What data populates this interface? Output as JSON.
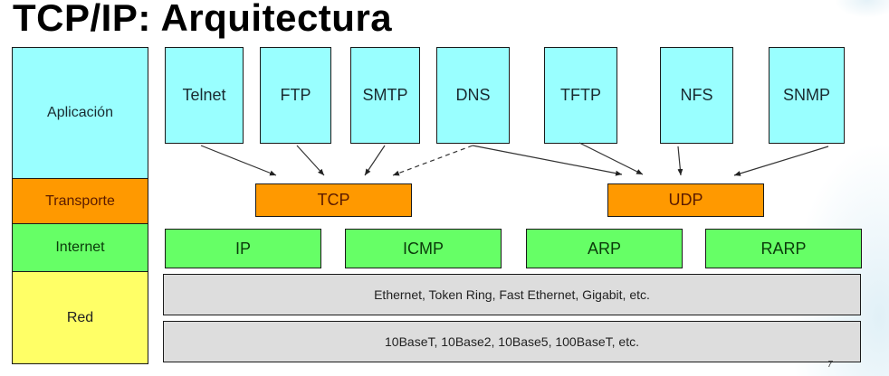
{
  "title": "TCP/IP: Arquitectura",
  "layers": {
    "application": "Aplicación",
    "transport": "Transporte",
    "internet": "Internet",
    "network": "Red"
  },
  "application_protocols": [
    "Telnet",
    "FTP",
    "SMTP",
    "DNS",
    "TFTP",
    "NFS",
    "SNMP"
  ],
  "transport_protocols": [
    "TCP",
    "UDP"
  ],
  "internet_protocols": [
    "IP",
    "ICMP",
    "ARP",
    "RARP"
  ],
  "network_rows": [
    "Ethernet, Token Ring, Fast Ethernet, Gigabit, etc.",
    "10BaseT, 10Base2, 10Base5, 100BaseT, etc."
  ],
  "connections": [
    {
      "from": "Telnet",
      "to": "TCP",
      "style": "solid"
    },
    {
      "from": "FTP",
      "to": "TCP",
      "style": "solid"
    },
    {
      "from": "SMTP",
      "to": "TCP",
      "style": "solid"
    },
    {
      "from": "DNS",
      "to": "TCP",
      "style": "dashed"
    },
    {
      "from": "DNS",
      "to": "UDP",
      "style": "solid"
    },
    {
      "from": "TFTP",
      "to": "UDP",
      "style": "solid"
    },
    {
      "from": "NFS",
      "to": "UDP",
      "style": "solid"
    },
    {
      "from": "SNMP",
      "to": "UDP",
      "style": "solid"
    }
  ],
  "slide_number": "7",
  "colors": {
    "application": "#99ffff",
    "transport": "#ff9900",
    "internet": "#66ff66",
    "network": "#ffff66",
    "physical": "#dddddd"
  }
}
